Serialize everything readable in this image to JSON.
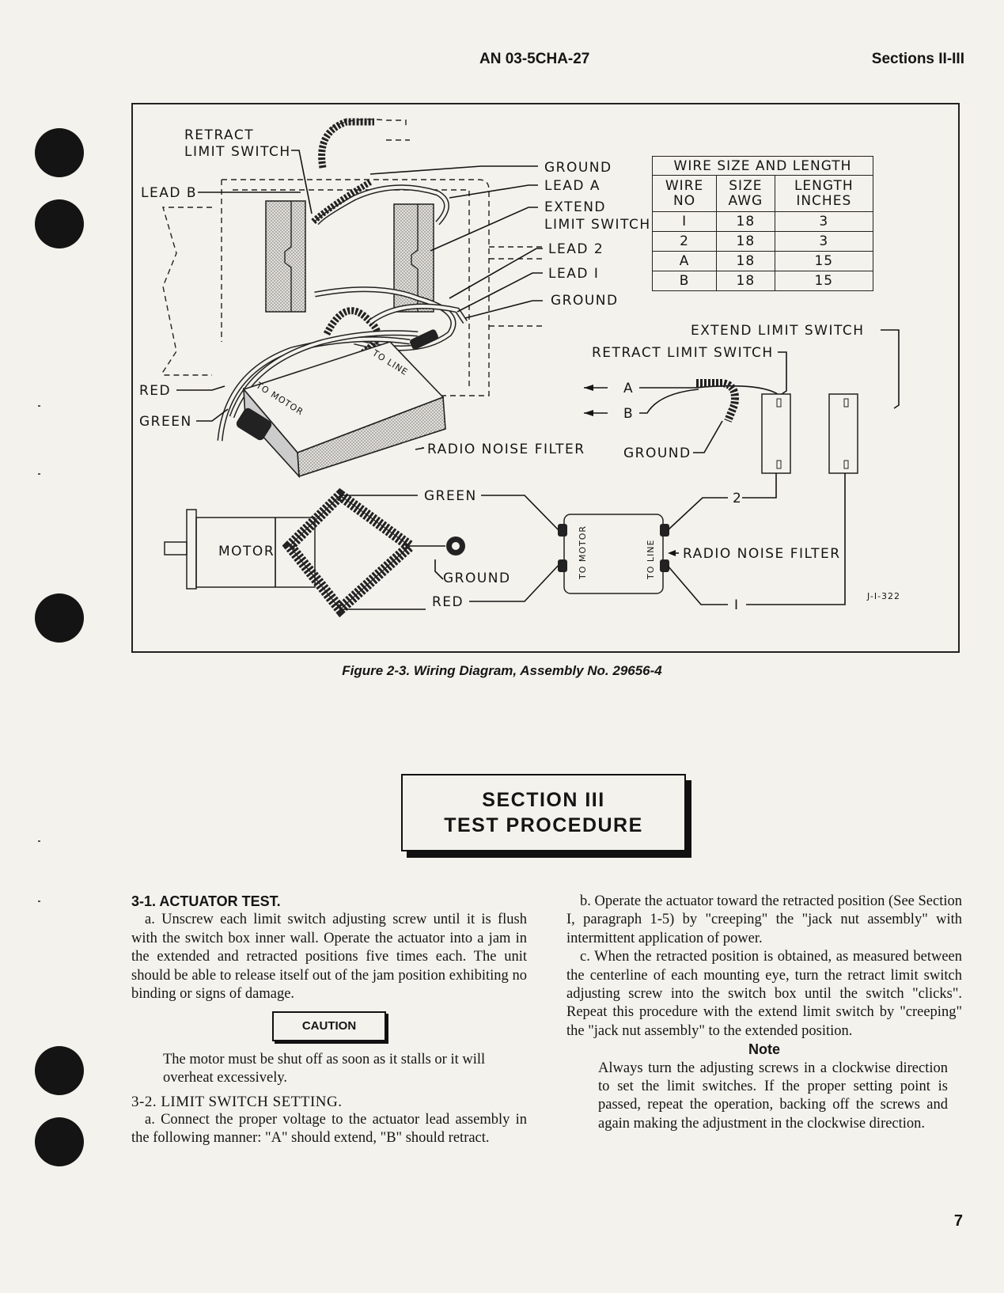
{
  "header": {
    "doc_number": "AN 03-5CHA-27",
    "sections": "Sections II-III"
  },
  "figure": {
    "caption": "Figure 2-3. Wiring Diagram, Assembly No. 29656-4",
    "drawing_number": "J-I-322",
    "pictorial_labels": {
      "retract_limit_switch_1": "RETRACT",
      "retract_limit_switch_2": "LIMIT SWITCH",
      "lead_b": "LEAD B",
      "ground_top": "GROUND",
      "lead_a": "LEAD A",
      "extend_limit_switch_1": "EXTEND",
      "extend_limit_switch_2": "LIMIT SWITCH",
      "lead_2": "LEAD 2",
      "lead_1": "LEAD I",
      "ground_mid": "GROUND",
      "red": "RED",
      "green": "GREEN",
      "radio_noise_filter": "RADIO NOISE FILTER",
      "to_line": "TO LINE",
      "to_motor": "TO MOTOR"
    },
    "schematic_labels": {
      "extend_limit_switch": "EXTEND LIMIT SWITCH",
      "retract_limit_switch": "RETRACT LIMIT SWITCH",
      "lead_a": "A",
      "lead_b": "B",
      "ground": "GROUND",
      "green": "GREEN",
      "motor": "MOTOR",
      "motor_ground": "GROUND",
      "red": "RED",
      "to_motor": "TO MOTOR",
      "to_line": "TO LINE",
      "radio_noise_filter": "RADIO NOISE FILTER",
      "wire_2": "2",
      "wire_1": "I"
    },
    "wire_table": {
      "title": "WIRE SIZE AND LENGTH",
      "headers": [
        [
          "WIRE",
          "NO"
        ],
        [
          "SIZE",
          "AWG"
        ],
        [
          "LENGTH",
          "INCHES"
        ]
      ],
      "rows": [
        [
          "I",
          "18",
          "3"
        ],
        [
          "2",
          "18",
          "3"
        ],
        [
          "A",
          "18",
          "15"
        ],
        [
          "B",
          "18",
          "15"
        ]
      ]
    }
  },
  "section": {
    "line1": "SECTION III",
    "line2": "TEST PROCEDURE"
  },
  "left_col": {
    "h1": "3-1. ACTUATOR TEST.",
    "p1": "a. Unscrew each limit switch adjusting screw until it is flush with the switch box inner wall. Operate the actuator into a jam in the extended and retracted positions five times each. The unit should be able to release itself out of the jam position exhibiting no binding or signs of damage.",
    "caution": "CAUTION",
    "caution_text": "The motor must be shut off as soon as it stalls or it will overheat excessively.",
    "h2": "3-2. LIMIT SWITCH SETTING.",
    "p2": "a. Connect the proper voltage to the actuator lead assembly in the following manner: \"A\" should extend, \"B\" should retract."
  },
  "right_col": {
    "pb": "b. Operate the actuator toward the retracted position (See Section I, paragraph 1-5) by \"creeping\" the \"jack nut assembly\" with intermittent application of power.",
    "pc": "c. When the retracted position is obtained, as measured between the centerline of each mounting eye, turn the retract limit switch adjusting screw into the switch box until the switch \"clicks\". Repeat this procedure with the extend limit switch by \"creeping\" the \"jack nut assembly\" to the extended position.",
    "note_head": "Note",
    "note_text": "Always turn the adjusting screws in a clockwise direction to set the limit switches. If the proper setting point is passed, repeat the operation, backing off the screws and again making the adjustment in the clockwise direction."
  },
  "page_number": "7"
}
